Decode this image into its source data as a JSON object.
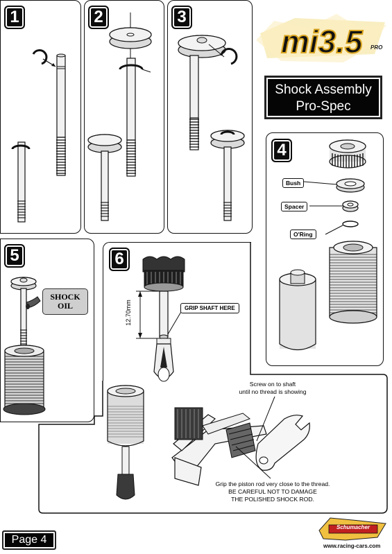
{
  "steps": [
    "1",
    "2",
    "3",
    "4",
    "5",
    "6"
  ],
  "title": {
    "line1": "Shock Assembly",
    "line2": "Pro-Spec"
  },
  "logo": {
    "text": "mi3.5",
    "sub": "PRO"
  },
  "labels": {
    "bush": "Bush",
    "spacer": "Spacer",
    "oring": "O'Ring",
    "shock_oil_1": "SHOCK",
    "shock_oil_2": "OIL",
    "grip_shaft": "GRIP SHAFT HERE",
    "dimension": "12.70mm"
  },
  "notes": {
    "screw_1": "Screw on to shaft",
    "screw_2": "until no thread is showing",
    "grip_1": "Grip the piston rod very close to the thread.",
    "grip_2": "BE CAREFUL NOT TO DAMAGE",
    "grip_3": "THE POLISHED SHOCK ROD."
  },
  "footer": {
    "page": "Page 4",
    "website": "www.racing-cars.com",
    "brand": "Schumacher"
  },
  "colors": {
    "ink": "#111111",
    "part_fill": "#e9e9e9",
    "dark_part": "#333333",
    "logo_gold": "#d9a520"
  }
}
